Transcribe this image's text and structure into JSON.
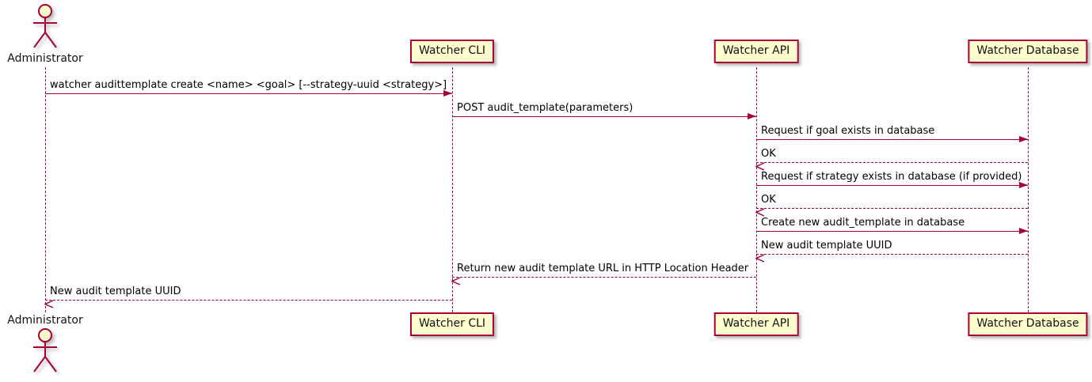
{
  "diagram": {
    "type": "sequence",
    "participants": [
      {
        "id": "administrator",
        "label": "Administrator",
        "kind": "actor"
      },
      {
        "id": "cli",
        "label": "Watcher CLI",
        "kind": "box"
      },
      {
        "id": "api",
        "label": "Watcher API",
        "kind": "box"
      },
      {
        "id": "db",
        "label": "Watcher Database",
        "kind": "box"
      }
    ],
    "messages": [
      {
        "from": "administrator",
        "to": "cli",
        "text": "watcher audittemplate create <name> <goal> [--strategy-uuid <strategy>]",
        "line": "solid"
      },
      {
        "from": "cli",
        "to": "api",
        "text": "POST audit_template(parameters)",
        "line": "solid"
      },
      {
        "from": "api",
        "to": "db",
        "text": "Request if goal exists in database",
        "line": "solid"
      },
      {
        "from": "db",
        "to": "api",
        "text": "OK",
        "line": "dashed"
      },
      {
        "from": "api",
        "to": "db",
        "text": "Request if strategy exists in database (if provided)",
        "line": "solid"
      },
      {
        "from": "db",
        "to": "api",
        "text": "OK",
        "line": "dashed"
      },
      {
        "from": "api",
        "to": "db",
        "text": "Create new audit_template in database",
        "line": "solid"
      },
      {
        "from": "db",
        "to": "api",
        "text": "New audit template UUID",
        "line": "dashed"
      },
      {
        "from": "api",
        "to": "cli",
        "text": "Return new audit template URL in HTTP Location Header",
        "line": "dashed"
      },
      {
        "from": "cli",
        "to": "administrator",
        "text": "New audit template UUID",
        "line": "dashed"
      }
    ],
    "colors": {
      "stroke": "#A80036",
      "participant_fill": "#FEFECE",
      "text": "#000000",
      "background": "#FFFFFF"
    }
  }
}
